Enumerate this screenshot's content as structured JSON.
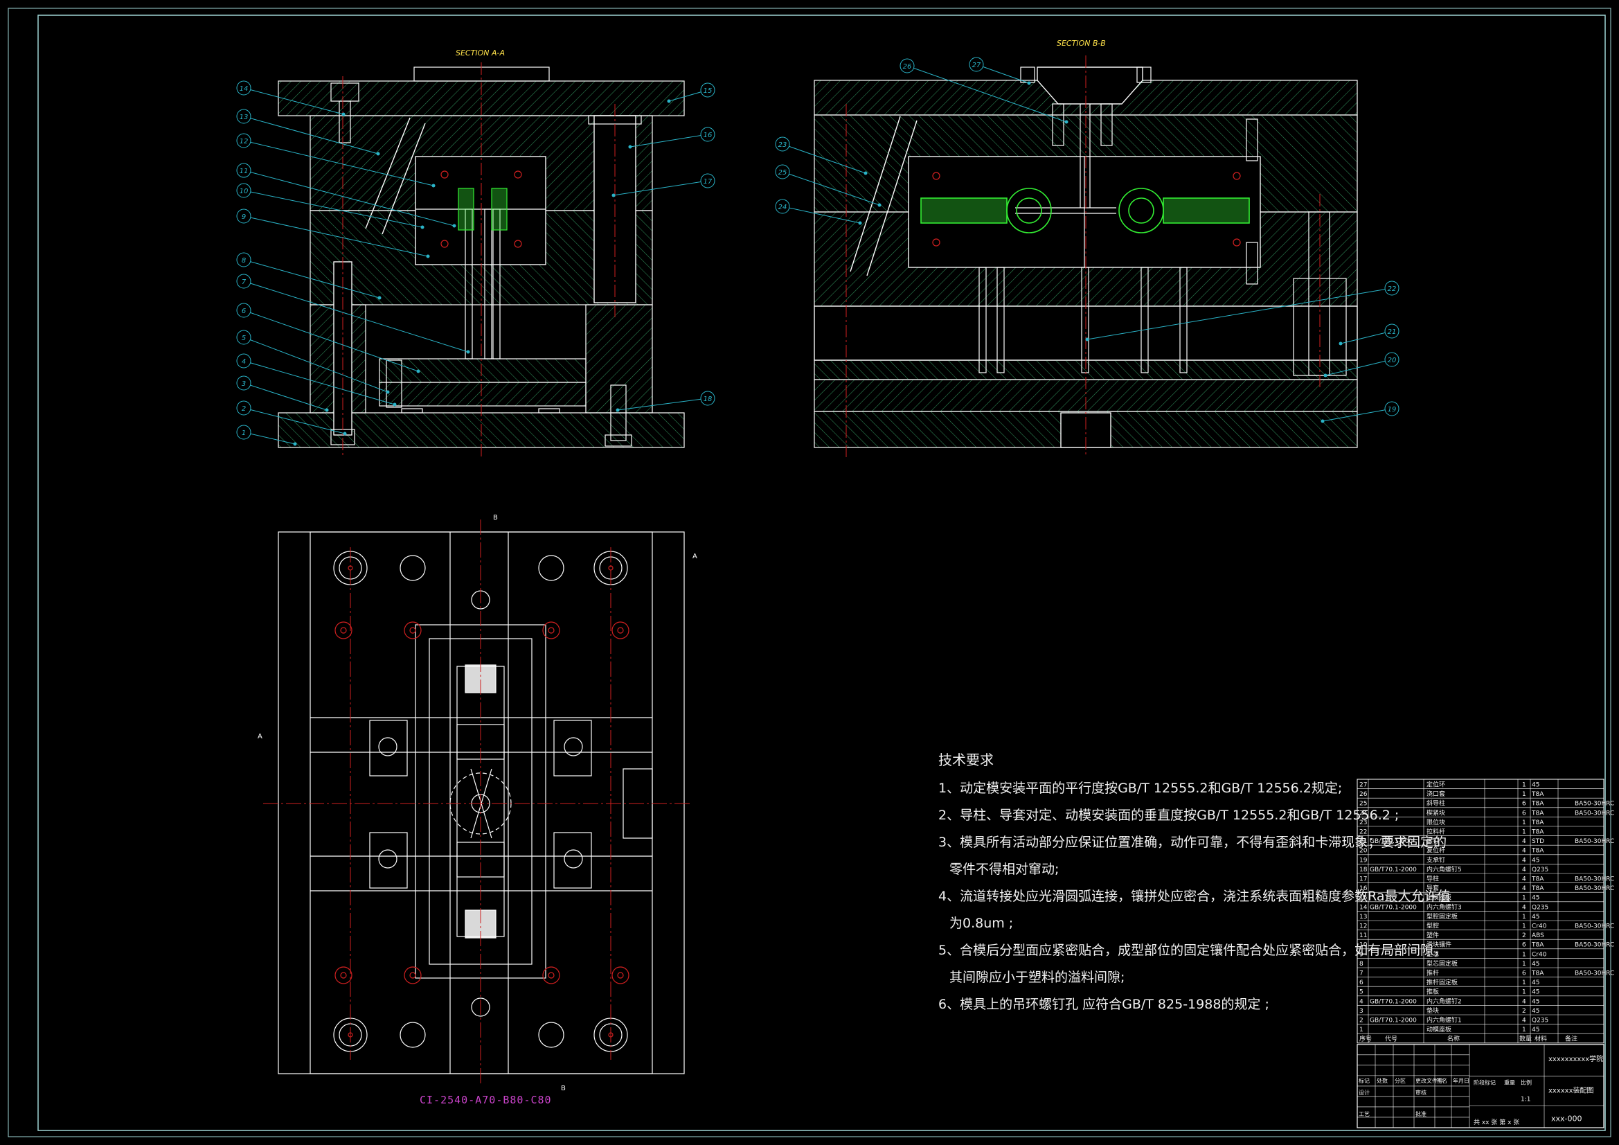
{
  "views": {
    "section_aa_title": "SECTION A-A",
    "section_bb_title": "SECTION B-B",
    "cut_marker_b": "B",
    "cut_marker_a": "A"
  },
  "balloons_left": [
    "14",
    "13",
    "12",
    "11",
    "10",
    "9",
    "8",
    "7",
    "6",
    "5",
    "4",
    "3",
    "2",
    "1",
    "15",
    "16",
    "17",
    "18"
  ],
  "balloons_right": [
    "26",
    "27",
    "23",
    "25",
    "24",
    "22",
    "21",
    "20",
    "19"
  ],
  "part_code": "CI-2540-A70-B80-C80",
  "tech_requirements": {
    "title": "技术要求",
    "lines": [
      "1、动定模安装平面的平行度按GB/T 12555.2和GB/T 12556.2规定;",
      "2、导柱、导套对定、动模安装面的垂直度按GB/T 12555.2和GB/T 12556.2 ;",
      "3、模具所有活动部分应保证位置准确，动作可靠，不得有歪斜和卡滞现象；要求固定的",
      "零件不得相对窜动;",
      "4、流道转接处应光滑圆弧连接，镶拼处应密合，浇注系统表面粗糙度参数Ra最大允许值",
      "为0.8um ;",
      "5、合模后分型面应紧密贴合，成型部位的固定镶件配合处应紧密贴合，如有局部间隙，",
      "其间隙应小于塑料的溢料间隙;",
      "6、模具上的吊环螺钉孔 应符合GB/T 825-1988的规定 ;"
    ]
  },
  "bom": [
    {
      "no": "27",
      "std": "",
      "name": "定位环",
      "qty": "1",
      "mat": "45",
      "note": ""
    },
    {
      "no": "26",
      "std": "",
      "name": "浇口套",
      "qty": "1",
      "mat": "T8A",
      "note": ""
    },
    {
      "no": "25",
      "std": "",
      "name": "斜导柱",
      "qty": "6",
      "mat": "T8A",
      "note": "BA50-30HRC"
    },
    {
      "no": "24",
      "std": "",
      "name": "楔紧块",
      "qty": "6",
      "mat": "T8A",
      "note": "BA50-30HRC"
    },
    {
      "no": "23",
      "std": "",
      "name": "限位块",
      "qty": "1",
      "mat": "T8A",
      "note": ""
    },
    {
      "no": "22",
      "std": "",
      "name": "拉料杆",
      "qty": "1",
      "mat": "T8A",
      "note": ""
    },
    {
      "no": "21",
      "std": "GB/T70.1-500",
      "name": "螺钉",
      "qty": "4",
      "mat": "STD",
      "note": "BA50-30HRC"
    },
    {
      "no": "20",
      "std": "",
      "name": "复位杆",
      "qty": "4",
      "mat": "T8A",
      "note": ""
    },
    {
      "no": "19",
      "std": "",
      "name": "支承钉",
      "qty": "4",
      "mat": "45",
      "note": ""
    },
    {
      "no": "18",
      "std": "GB/T70.1-2000",
      "name": "内六角螺钉5",
      "qty": "4",
      "mat": "Q235",
      "note": ""
    },
    {
      "no": "17",
      "std": "",
      "name": "导柱",
      "qty": "4",
      "mat": "T8A",
      "note": "BA50-30HRC"
    },
    {
      "no": "16",
      "std": "",
      "name": "导套",
      "qty": "4",
      "mat": "T8A",
      "note": "BA50-30HRC"
    },
    {
      "no": "15",
      "std": "",
      "name": "定模座板",
      "qty": "1",
      "mat": "45",
      "note": ""
    },
    {
      "no": "14",
      "std": "GB/T70.1-2000",
      "name": "内六角螺钉3",
      "qty": "4",
      "mat": "Q235",
      "note": ""
    },
    {
      "no": "13",
      "std": "",
      "name": "型腔固定板",
      "qty": "1",
      "mat": "45",
      "note": ""
    },
    {
      "no": "12",
      "std": "",
      "name": "型腔",
      "qty": "1",
      "mat": "Cr40",
      "note": "BA50-30HRC"
    },
    {
      "no": "11",
      "std": "",
      "name": "塑件",
      "qty": "2",
      "mat": "ABS",
      "note": ""
    },
    {
      "no": "10",
      "std": "",
      "name": "滑块镶件",
      "qty": "6",
      "mat": "T8A",
      "note": "BA50-30HRC"
    },
    {
      "no": "9",
      "std": "",
      "name": "型芯",
      "qty": "1",
      "mat": "Cr40",
      "note": ""
    },
    {
      "no": "8",
      "std": "",
      "name": "型芯固定板",
      "qty": "1",
      "mat": "45",
      "note": ""
    },
    {
      "no": "7",
      "std": "",
      "name": "推杆",
      "qty": "6",
      "mat": "T8A",
      "note": "BA50-30HRC"
    },
    {
      "no": "6",
      "std": "",
      "name": "推杆固定板",
      "qty": "1",
      "mat": "45",
      "note": ""
    },
    {
      "no": "5",
      "std": "",
      "name": "推板",
      "qty": "1",
      "mat": "45",
      "note": ""
    },
    {
      "no": "4",
      "std": "GB/T70.1-2000",
      "name": "内六角螺钉2",
      "qty": "4",
      "mat": "45",
      "note": ""
    },
    {
      "no": "3",
      "std": "",
      "name": "垫块",
      "qty": "2",
      "mat": "45",
      "note": ""
    },
    {
      "no": "2",
      "std": "GB/T70.1-2000",
      "name": "内六角螺钉1",
      "qty": "4",
      "mat": "Q235",
      "note": ""
    },
    {
      "no": "1",
      "std": "",
      "name": "动模座板",
      "qty": "1",
      "mat": "45",
      "note": ""
    }
  ],
  "bom_header": [
    "序号",
    "代号",
    "名称",
    "数量",
    "材料",
    "备注"
  ],
  "title_block": {
    "school": "xxxxxxxxxx学院",
    "drawing_name": "xxxxxx装配图",
    "drawing_no": "xxx-000",
    "sheets": "共 xx 张  第 x 张",
    "scale": "1:1",
    "row_labels": [
      "标记",
      "处数",
      "分区",
      "更改文件号",
      "签名",
      "年月日"
    ],
    "design_label": "设计",
    "process_label": "工艺",
    "review_label": "审核",
    "approve_label": "批准",
    "stage_label": "阶段标记",
    "weight_label": "重量",
    "scale_label": "比例"
  },
  "colors": {
    "background": "#000000",
    "frame": "#b8dede",
    "hatch": "#2e8b57",
    "centerline": "#d02020",
    "leader": "#2ab4c8",
    "part": "#33ee33",
    "outline": "#ffffff"
  }
}
